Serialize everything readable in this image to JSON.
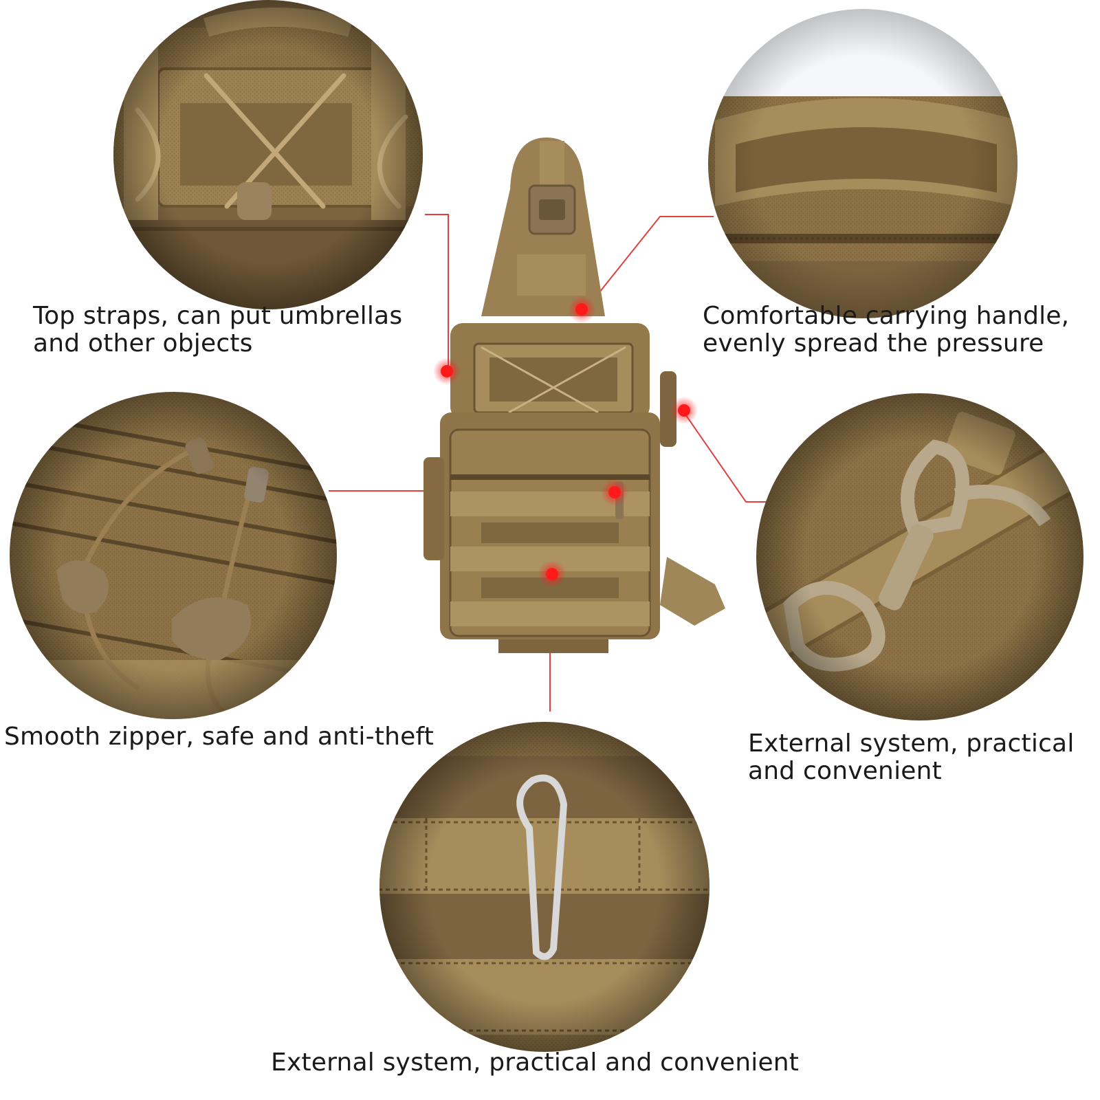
{
  "captions": {
    "top_left": [
      "Top straps, can put umbrellas",
      "and other objects"
    ],
    "top_right": [
      "Comfortable carrying handle,",
      "evenly spread the pressure"
    ],
    "middle_left": [
      "Smooth zipper, safe and anti-theft"
    ],
    "middle_right": [
      "External system, practical",
      "and convenient"
    ],
    "bottom": [
      "External system, practical and convenient"
    ]
  },
  "colors": {
    "fabric": "#8f7548",
    "fabric_dark": "#6b5432",
    "webbing": "#a88d5c",
    "callout_line": "#e0403f",
    "callout_dot": "#ff1a1a",
    "background": "#ffffff"
  }
}
